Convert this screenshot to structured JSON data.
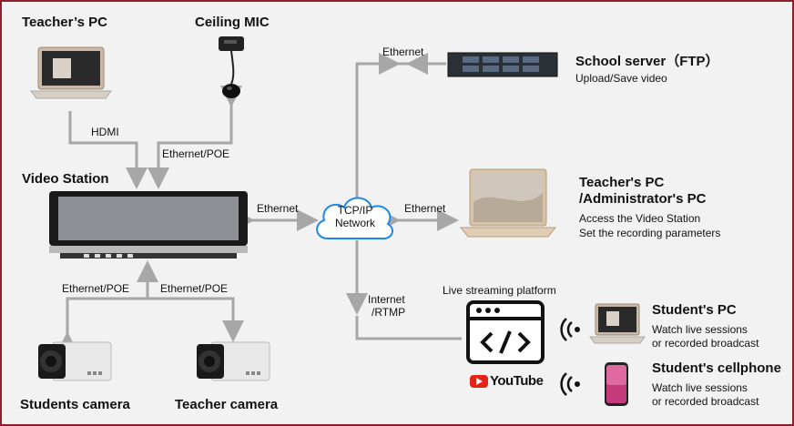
{
  "devices": {
    "teacher_pc": "Teacher’s PC",
    "ceiling_mic": "Ceiling MIC",
    "video_station": "Video Station",
    "students_camera": "Students camera",
    "teacher_camera": "Teacher camera",
    "school_server": "School server（FTP）",
    "school_server_desc": "Upload/Save video",
    "admin_pc_line1": "Teacher's PC",
    "admin_pc_line2": "/Administrator's PC",
    "admin_pc_desc1": "Access the Video Station",
    "admin_pc_desc2": "Set the recording parameters",
    "live_platform": "Live streaming platform",
    "youtube": "YouTube",
    "student_pc": "Student's PC",
    "student_pc_desc1": "Watch live sessions",
    "student_pc_desc2": "or recorded broadcast",
    "student_phone": "Student's cellphone",
    "student_phone_desc1": "Watch live sessions",
    "student_phone_desc2": "or recorded broadcast"
  },
  "links": {
    "hdmi": "HDMI",
    "eth_poe_mic": "Ethernet/POE",
    "eth_station": "Ethernet",
    "eth_server": "Ethernet",
    "eth_admin": "Ethernet",
    "eth_poe_cam1": "Ethernet/POE",
    "eth_poe_cam2": "Ethernet/POE",
    "internet_1": "Internet",
    "internet_2": "/RTMP"
  },
  "network": {
    "line1": "TCP/IP",
    "line2": "Network"
  },
  "colors": {
    "wire": "#a7a7a7",
    "cloud_stroke": "#1e88e5",
    "youtube_red": "#e62117",
    "border": "#8c1f2a"
  }
}
